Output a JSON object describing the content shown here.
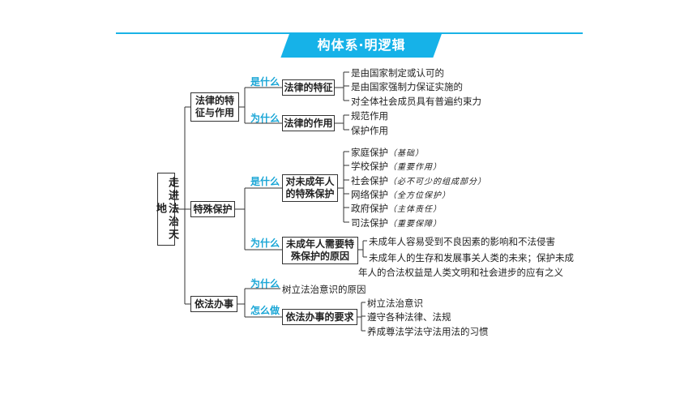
{
  "header": {
    "title": "构体系·明逻辑",
    "accent": "#16b2e8"
  },
  "root": {
    "label": "走进法治天地"
  },
  "branches": [
    {
      "label": "法律的特征与作用",
      "groups": [
        {
          "tag": "是什么",
          "node": "法律的特征",
          "leaves": [
            "是由国家制定或认可的",
            "是由国家强制力保证实施的",
            "对全体社会成员具有普遍约束力"
          ]
        },
        {
          "tag": "为什么",
          "node": "法律的作用",
          "leaves": [
            "规范作用",
            "保护作用"
          ]
        }
      ]
    },
    {
      "label": "特殊保护",
      "groups": [
        {
          "tag": "是什么",
          "node": "对未成年人的特殊保护",
          "leaves": [
            {
              "text": "家庭保护",
              "note": "（基础）"
            },
            {
              "text": "学校保护",
              "note": "（重要作用）"
            },
            {
              "text": "社会保护",
              "note": "（必不可少的组成部分）"
            },
            {
              "text": "网络保护",
              "note": "（全方位保护）"
            },
            {
              "text": "政府保护",
              "note": "（主体责任）"
            },
            {
              "text": "司法保护",
              "note": "（重要保障）"
            }
          ]
        },
        {
          "tag": "为什么",
          "node": "未成年人需要特殊保护的原因",
          "leaves": [
            "未成年人容易受到不良因素的影响和不法侵害",
            "未成年人的生存和发展事关人类的未来；保护未成",
            "年人的合法权益是人类文明和社会进步的应有之义"
          ]
        }
      ]
    },
    {
      "label": "依法办事",
      "groups": [
        {
          "tag": "为什么",
          "leaves": [
            "树立法治意识的原因"
          ]
        },
        {
          "tag": "怎么做",
          "node": "依法办事的要求",
          "leaves": [
            "树立法治意识",
            "遵守各种法律、法规",
            "养成尊法学法守法用法的习惯"
          ]
        }
      ]
    }
  ]
}
